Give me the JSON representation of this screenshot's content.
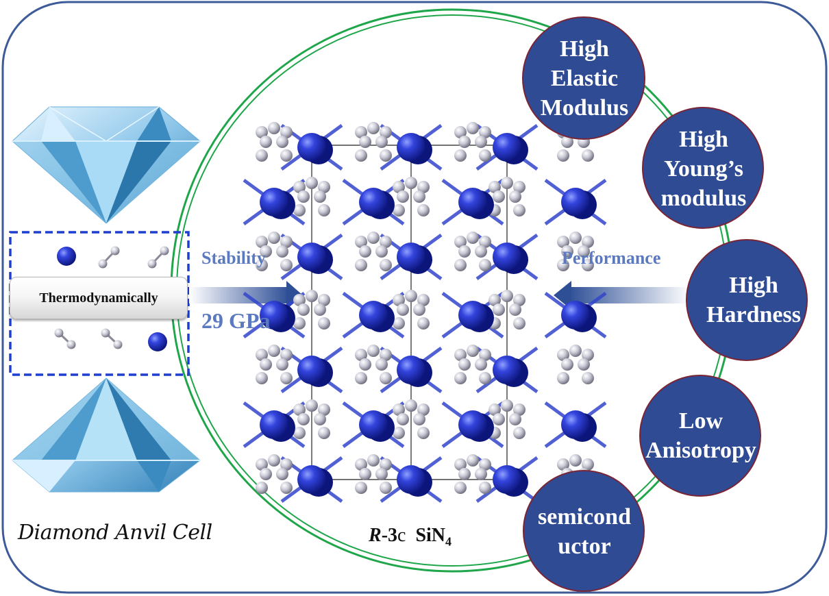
{
  "left_panel": {
    "thermo_label": "Thermodynamically",
    "caption": "Diamond Anvil Cell"
  },
  "center": {
    "stability_label": "Stability",
    "pressure_label": "29 GPa",
    "performance_label": "Performance",
    "formula_space_group_italic": "R",
    "formula_space_group_rest": "-3",
    "formula_space_group_suffix": "c",
    "formula_compound": "SiN",
    "formula_subscript": "4"
  },
  "properties": [
    {
      "label": "High\nElastic\nModulus"
    },
    {
      "label": "High\nYoung’s\nmodulus"
    },
    {
      "label": "High\nHardness"
    },
    {
      "label": "Low\nAnisotropy"
    },
    {
      "label": "semicond\nuctor"
    }
  ],
  "colors": {
    "frame_border": "#3d5a99",
    "ring": "#1fa64a",
    "property_fill": "#2f4b94",
    "property_border": "#7a2535",
    "arrow": "#2e4f96",
    "dashed_box": "#1e3fcf",
    "si_atom": "#2233cc",
    "n_atom": "#c8c8d6"
  }
}
